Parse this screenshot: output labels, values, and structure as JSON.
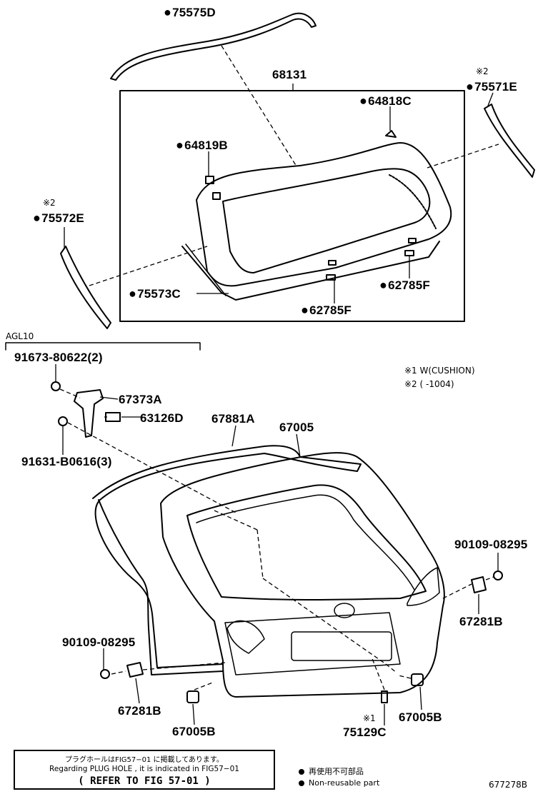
{
  "parts": {
    "p75575D": "75575D",
    "p68131": "68131",
    "p75571E": "75571E",
    "p64818C": "64818C",
    "p64819B": "64819B",
    "p75572E": "75572E",
    "p62785F_a": "62785F",
    "p75573C": "75573C",
    "p62785F_b": "62785F",
    "p91673": "91673-80622(2)",
    "p67373A": "67373A",
    "p63126D": "63126D",
    "p91631": "91631-B0616(3)",
    "p67881A": "67881A",
    "p67005": "67005",
    "p90109_r": "90109-08295",
    "p67281B_r": "67281B",
    "p90109_l": "90109-08295",
    "p67281B_l": "67281B",
    "p67005B_l": "67005B",
    "p75129C": "75129C",
    "p67005B_r": "67005B"
  },
  "marks": {
    "x2_75571E": "※2",
    "x2_75572E": "※2",
    "x1_75129C": "※1"
  },
  "group_label": "AGL10",
  "footnotes": {
    "note1": "※1 W(CUSHION)",
    "note2": "※2 (       -1004)"
  },
  "note_box": {
    "line1": "プラグホールはFIG57−01 に掲載してあります。",
    "line2": "Regarding PLUG HOLE , it is indicated in FIG57−01",
    "line3": "( REFER TO FIG 57-01 )"
  },
  "legend": {
    "jp": "再使用不可部品",
    "en": "Non-reusable part"
  },
  "figure_id": "677278B",
  "colors": {
    "ink": "#000000",
    "paper": "#ffffff"
  }
}
